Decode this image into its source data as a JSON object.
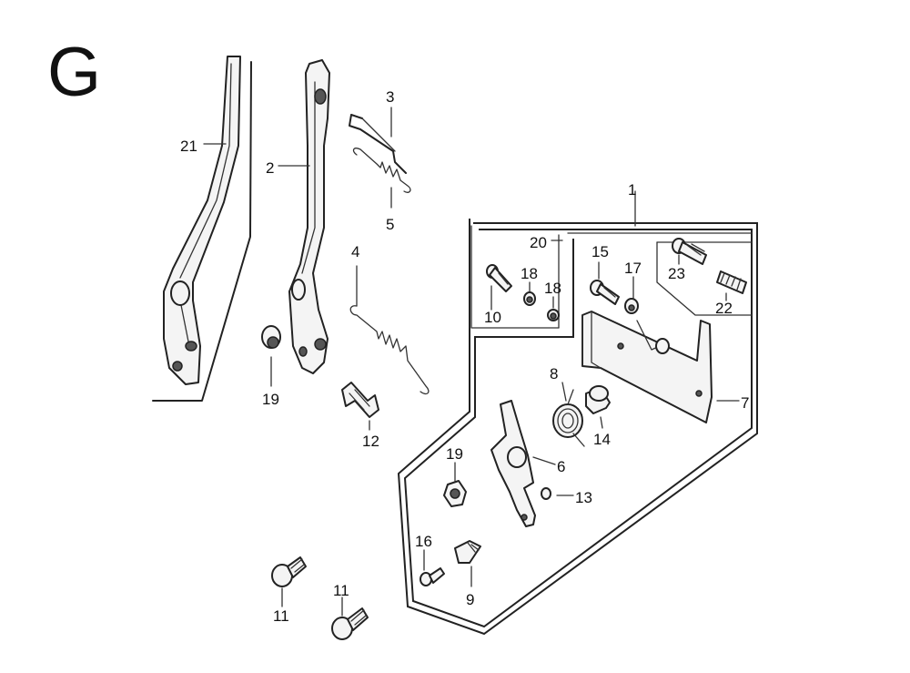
{
  "section_letter": "G",
  "labels": {
    "l1": "1",
    "l2": "2",
    "l3": "3",
    "l4": "4",
    "l5": "5",
    "l6": "6",
    "l7": "7",
    "l8": "8",
    "l9": "9",
    "l10": "10",
    "l11a": "11",
    "l11b": "11",
    "l12": "12",
    "l13": "13",
    "l14": "14",
    "l15": "15",
    "l16": "16",
    "l17": "17",
    "l18a": "18",
    "l18b": "18",
    "l19a": "19",
    "l19b": "19",
    "l20": "20",
    "l21": "21",
    "l22": "22",
    "l23": "23"
  }
}
